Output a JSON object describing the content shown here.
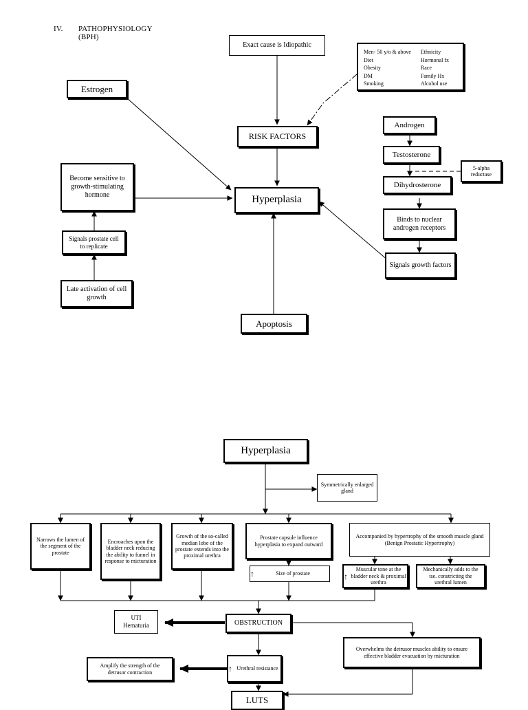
{
  "heading": {
    "numeral": "IV.",
    "title": "PATHOPHYSIOLOGY\n(BPH)"
  },
  "diagram_top": {
    "nodes": {
      "exact_cause": "Exact cause is Idiopathic",
      "risk_factors": "RISK FACTORS",
      "hyperplasia": "Hyperplasia",
      "apoptosis": "Apoptosis",
      "estrogen": "Estrogen",
      "become_sensitive": "Become sensitive to growth-stimulating hormone",
      "signals_prostate": "Signals prostate cell to replicate",
      "late_activation": "Late activation of cell growth",
      "androgen": "Androgen",
      "testosterone": "Testosterone",
      "dihydrosterone": "Dihydrosterone",
      "five_alpha": "5-alpha reductase",
      "binds_nuclear": "Binds to nuclear androgen receptors",
      "signals_growth": "Signals growth factors"
    },
    "risk_list": {
      "column_left": [
        "Men- 50 y/o & above",
        "Diet",
        "Obesity",
        "DM",
        "Smoking"
      ],
      "column_right": [
        "Ethnicity",
        "Hormonal fx",
        "Race",
        "Family Hx",
        "Alcohol use"
      ]
    }
  },
  "diagram_bottom": {
    "nodes": {
      "hyperplasia": "Hyperplasia",
      "symmetrical": "Symmetrically enlarged gland",
      "narrows": "Narrows the lumen of the segment of the prostate",
      "encroaches": "Encroaches upon the bladder neck reducing the ability to funnel in response to micturation",
      "median_lobe": "Growth of the so-called median lobe of the prostate extends into the proximal urethra",
      "capsule": "Prostate capsule influence hyperplasia to expand outward",
      "size_prostate": "Size of prostate",
      "accompanied": "Accompanied by hypertrophy of the smooth muscle gland (Benign Prostatic Hypertrophy)",
      "muscular_tone": "Muscular tone at the bladder neck & proximal urethra",
      "mechanically": "Mechanically adds to the tse. constricting the urethral lumen",
      "uti": "UTI\nHematuria",
      "obstruction": "OBSTRUCTION",
      "overwhelms": "Overwhelms the detrusor muscles ability to ensure effective bladder evacuation by micturation",
      "amplify": "Amplify the strength of the detrusor contraction",
      "urethral_resistance": "Urethral resistance",
      "luts": "LUTS"
    },
    "glyphs": {
      "up_arrow": "↑"
    }
  },
  "colors": {
    "stroke": "#000000",
    "background": "#ffffff"
  }
}
